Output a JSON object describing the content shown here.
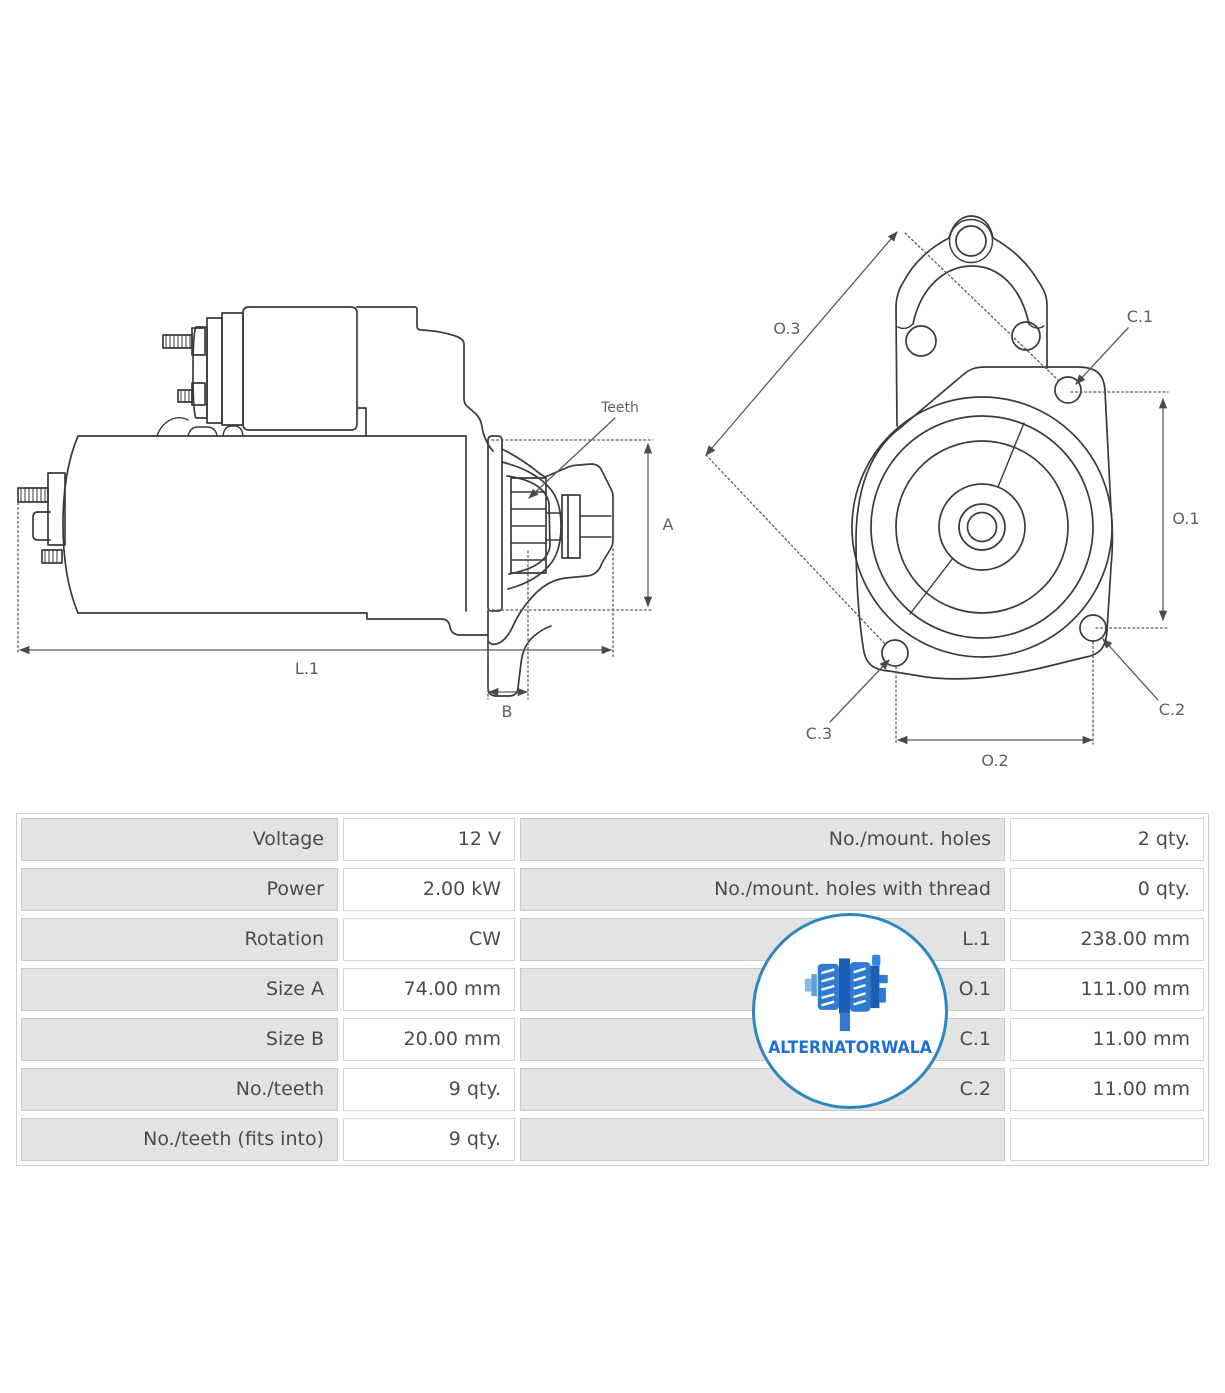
{
  "diagram": {
    "side_view": {
      "teeth_label": "Teeth",
      "dim_a": "A",
      "dim_b": "B",
      "dim_l1": "L.1"
    },
    "front_view": {
      "dim_o1": "O.1",
      "dim_o2": "O.2",
      "dim_o3": "O.3",
      "dim_c1": "C.1",
      "dim_c2": "C.2",
      "dim_c3": "C.3"
    }
  },
  "logo": {
    "text": "ALTERNATORWALA",
    "border_color": "#2e86c1",
    "text_color": "#1f6fd0"
  },
  "table": {
    "rows": [
      {
        "l_label": "Voltage",
        "l_value": "12 V",
        "r_label": "No./mount. holes",
        "r_value": "2 qty."
      },
      {
        "l_label": "Power",
        "l_value": "2.00 kW",
        "r_label": "No./mount. holes with thread",
        "r_value": "0 qty."
      },
      {
        "l_label": "Rotation",
        "l_value": "CW",
        "r_label": "L.1",
        "r_value": "238.00 mm"
      },
      {
        "l_label": "Size A",
        "l_value": "74.00 mm",
        "r_label": "O.1",
        "r_value": "111.00 mm"
      },
      {
        "l_label": "Size B",
        "l_value": "20.00 mm",
        "r_label": "C.1",
        "r_value": "11.00 mm"
      },
      {
        "l_label": "No./teeth",
        "l_value": "9 qty.",
        "r_label": "C.2",
        "r_value": "11.00 mm"
      },
      {
        "l_label": "No./teeth (fits into)",
        "l_value": "9 qty.",
        "r_label": "",
        "r_value": ""
      }
    ]
  },
  "colors": {
    "art_line": "#3a3a3a",
    "dim_line": "#5a5a5a",
    "cell_bg": "#e3e3e3",
    "cell_border": "#c9c9c9",
    "text": "#4b4b4b"
  }
}
